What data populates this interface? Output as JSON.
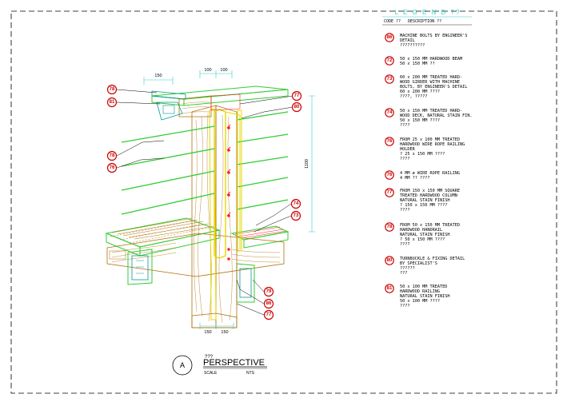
{
  "legend": {
    "title": "L E G E N D  ??",
    "col_code": "CODE ??",
    "col_desc": "DESCRIPTION ??",
    "items": [
      {
        "code": "86",
        "lines": [
          "MACHINE BOLTS BY ENGINEER'S",
          "DETAIL",
          "??????????"
        ]
      },
      {
        "code": "72",
        "lines": [
          "50 x 150 MM HARDWOOD BEAM",
          "50 x 150 MM ??"
        ]
      },
      {
        "code": "73",
        "lines": [
          "60 x 200 MM TREATED HARD-",
          "WOOD GIRDER WITH MACHINE",
          "BOLTS, BY ENGINEER'S DETAIL",
          "60 x 200 MM ????",
          "????, ?????"
        ]
      },
      {
        "code": "74",
        "lines": [
          "50 x 150 MM TREATED HARD-",
          "WOOD DECK, NATURAL STAIN FIN.",
          "50 x 150 MM ????",
          "????"
        ]
      },
      {
        "code": "76",
        "lines": [
          "FROM 25 x 100 MM TREATED",
          "HARDWOOD WIRE ROPE RAILING",
          "HOLDER",
          "? 25 x 150 MM ????",
          "????"
        ]
      },
      {
        "code": "76",
        "lines": [
          "4 MM ø WIRE ROPE RAILING",
          "4 MM ?? ????"
        ]
      },
      {
        "code": "77",
        "lines": [
          "FROM 150 x 150 MM SQUARE",
          "TREATED HARDWOOD COLUMN",
          "NATURAL STAIN FINISH",
          "? 150 x 150 MM ????",
          "????"
        ]
      },
      {
        "code": "78",
        "lines": [
          "FROM 50 x 150 MM TREATED",
          "HARDWOOD HANDRAIL",
          "NATURAL STAIN FINISH",
          "? 50 x 150 MM ????",
          "????"
        ]
      },
      {
        "code": "80",
        "lines": [
          "TURNBUCKLE & FIXING DETAIL",
          "BY SPECIALIST'S",
          "??????",
          "???"
        ]
      },
      {
        "code": "81",
        "lines": [
          "50 x 100 MM TREATED",
          "HARDWOOD RAILING",
          "NATURAL STAIN FINISH",
          "50 x 100 MM ????",
          "????"
        ]
      }
    ]
  },
  "callouts_left": [
    "78",
    "81",
    "78",
    "76"
  ],
  "callouts_right": [
    "77",
    "80",
    "74",
    "73",
    "79",
    "86",
    "77"
  ],
  "dims": {
    "top_left": "150",
    "top_mid": "100",
    "top_right": "100",
    "height": "1100",
    "bot_left": "150",
    "bot_right": "150"
  },
  "title_block": {
    "marker": "A",
    "cn": "???",
    "title": "PERSPECTIVE",
    "scale_label": "SCALE",
    "scale_value": "NTS"
  },
  "colors": {
    "green": "#33cc33",
    "red": "#ff2020",
    "yellow": "#e6d800",
    "brown": "#b0700a",
    "teal": "#009999",
    "cyan": "#33cccc"
  }
}
